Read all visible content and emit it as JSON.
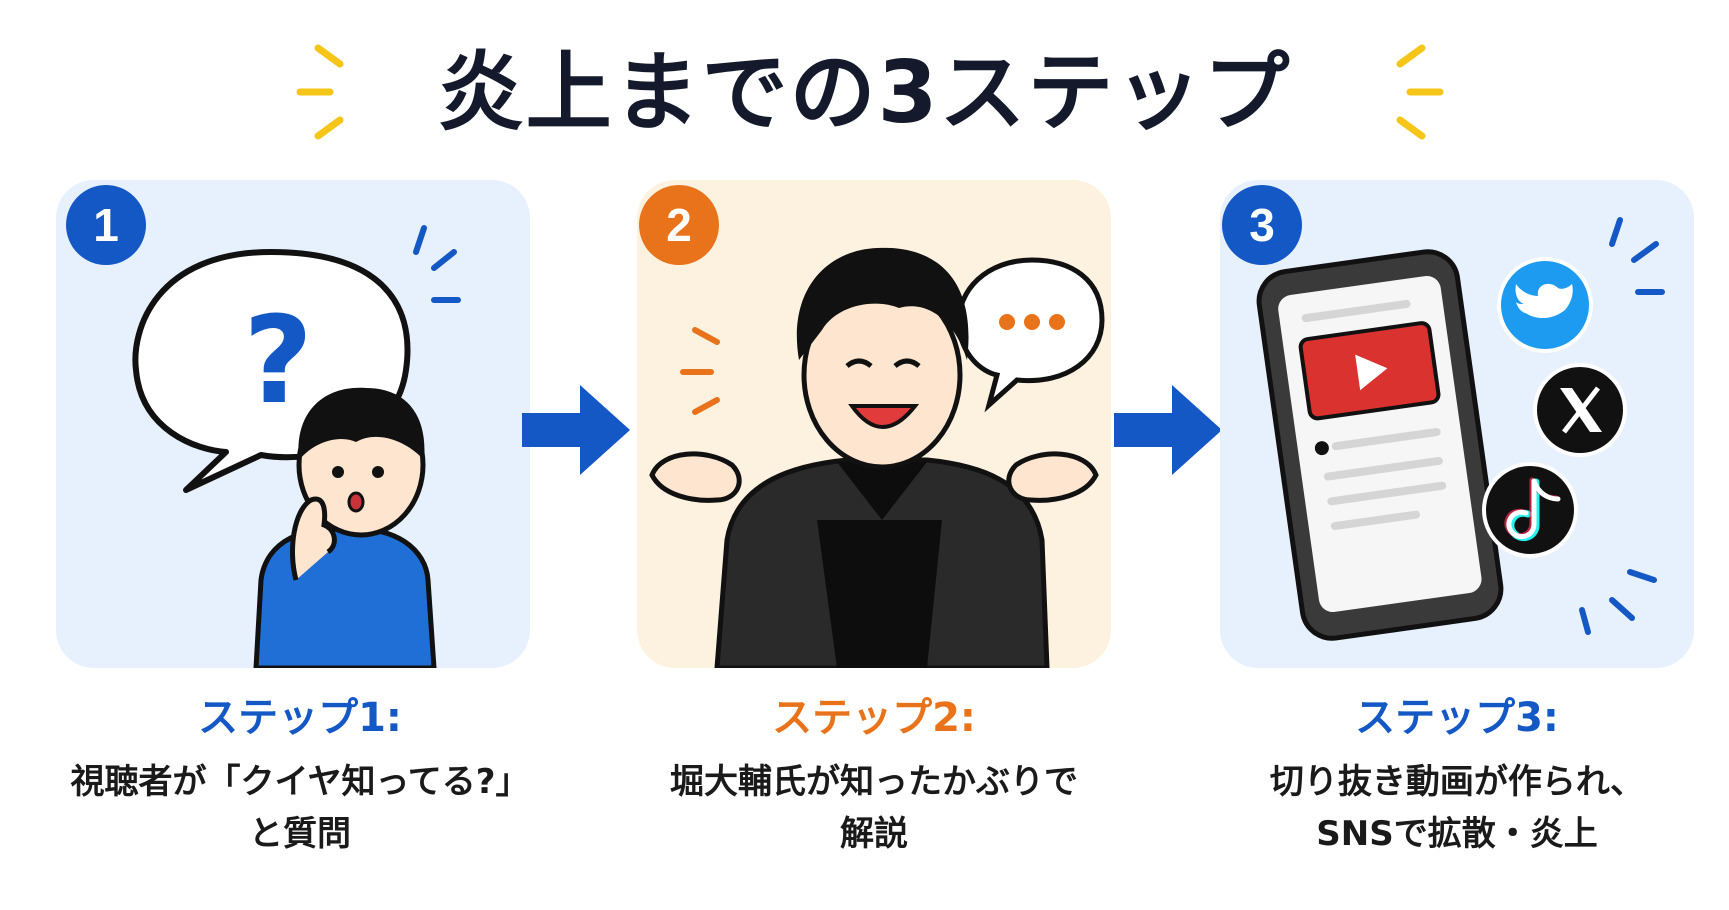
{
  "title": "炎上までの3ステップ",
  "colors": {
    "blue": "#1458c5",
    "orange": "#e9731a",
    "panel_blue": "#e7f0fd",
    "panel_cream": "#fdf1e0",
    "title": "#141a2c"
  },
  "steps": [
    {
      "number": "1",
      "label": "ステップ1:",
      "desc_line1": "視聴者が「クイヤ知ってる?」",
      "desc_line2": "と質問",
      "icon": "question-speech-bubble"
    },
    {
      "number": "2",
      "label": "ステップ2:",
      "desc_line1": "堀大輔氏が知ったかぶりで",
      "desc_line2": "解説",
      "icon": "ellipsis-speech-bubble"
    },
    {
      "number": "3",
      "label": "ステップ3:",
      "desc_line1": "切り抜き動画が作られ、",
      "desc_line2": "SNSで拡散・炎上",
      "icon": "smartphone-video"
    }
  ],
  "bubble": {
    "question_mark": "?"
  },
  "social_icons": [
    "twitter-bird-icon",
    "x-icon",
    "tiktok-icon"
  ]
}
